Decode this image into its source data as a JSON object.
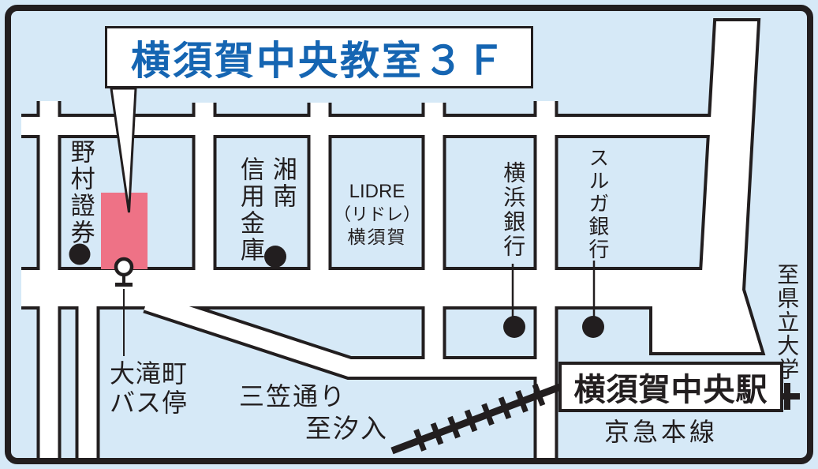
{
  "map": {
    "title": "横須賀中央教室３Ｆ",
    "colors": {
      "background": "#d6e9f7",
      "road": "#ffffff",
      "outline": "#221e1f",
      "highlight_building_pink": "#ee7286",
      "title_blue": "#1565b2"
    },
    "landmarks": {
      "nomura_securities": "野村證券",
      "shonan_shinkin_col_right": "湘南",
      "shonan_shinkin_col_left": "信用金庫",
      "lidre_line1": "LIDRE",
      "lidre_line2": "（リドレ）",
      "lidre_line3": "横須賀",
      "yokohama_bank": "横浜銀行",
      "suruga_bank": "スルガ銀行"
    },
    "labels": {
      "bus_stop_line1": "大滝町",
      "bus_stop_line2": "バス停",
      "mikasa_street": "三笠通り",
      "to_shioiri": "至汐入",
      "to_prefectural_university": "至県立大学",
      "keikyu_main_line": "京急本線"
    },
    "station": {
      "name": "横須賀中央駅"
    }
  }
}
